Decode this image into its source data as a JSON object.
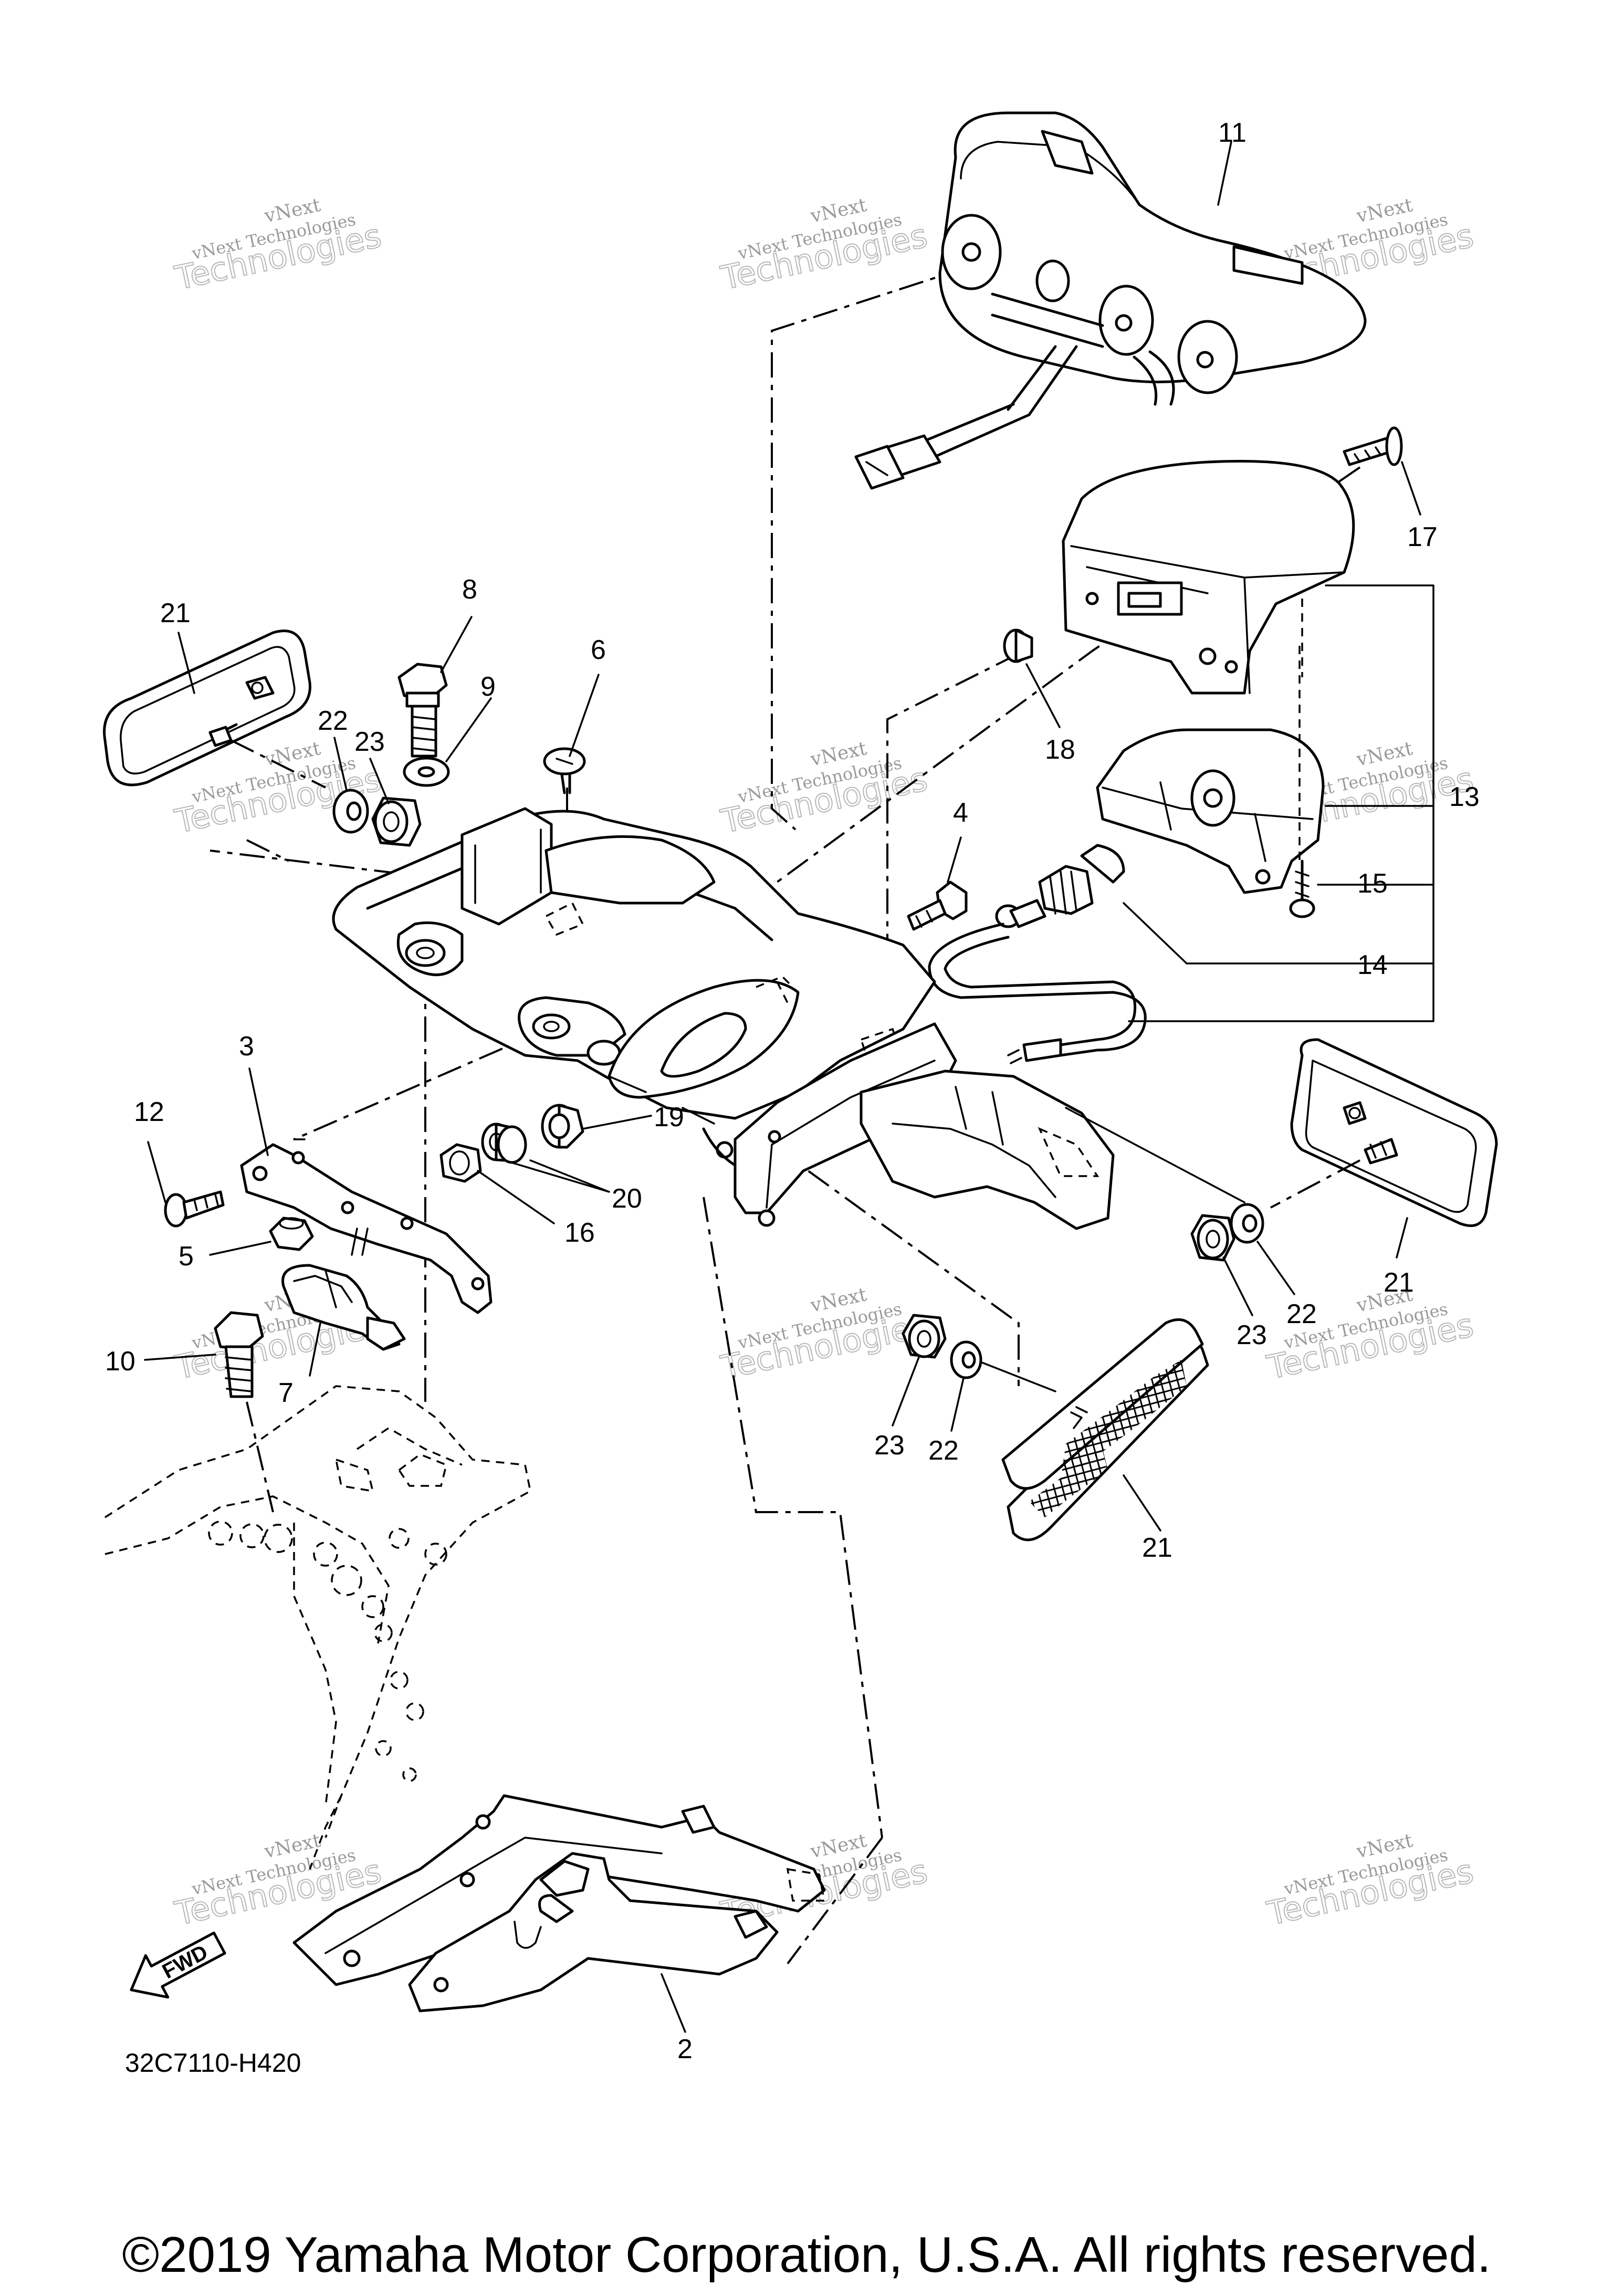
{
  "diagram": {
    "code": "32C7110-H420",
    "fwd_label": "FWD",
    "copyright": "©2019 Yamaha Motor Corporation, U.S.A. All rights reserved.",
    "watermark": {
      "line1": "vNext",
      "line2": "vNext Technologies",
      "line3": "Technologies"
    },
    "callouts": [
      "11",
      "17",
      "18",
      "13",
      "15",
      "14",
      "8",
      "9",
      "6",
      "4",
      "21",
      "22",
      "23",
      "3",
      "12",
      "5",
      "19",
      "20",
      "16",
      "10",
      "7",
      "21",
      "22",
      "23",
      "23",
      "22",
      "21",
      "2"
    ]
  }
}
